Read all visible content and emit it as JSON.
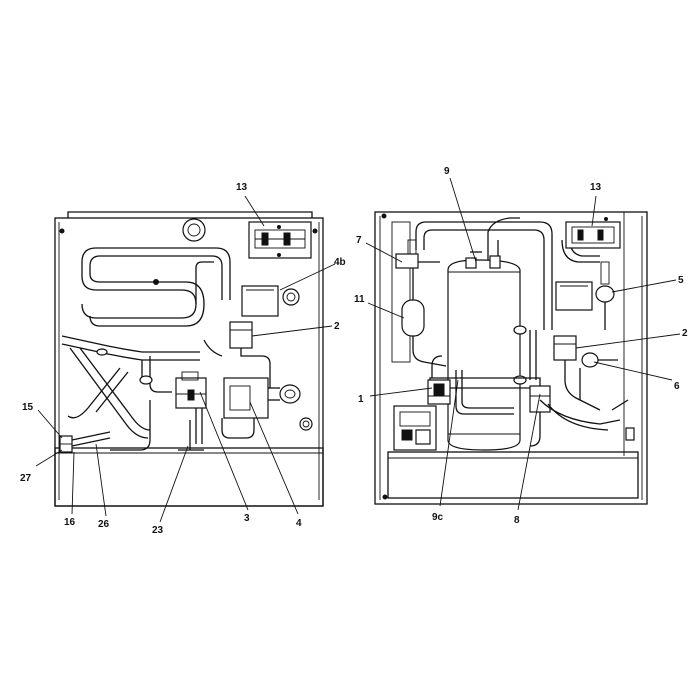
{
  "callouts": {
    "left": {
      "c13": "13",
      "c4b": "4b",
      "c2": "2",
      "c15": "15",
      "c27": "27",
      "c16": "16",
      "c26": "26",
      "c23": "23",
      "c3": "3",
      "c4": "4"
    },
    "right": {
      "c9": "9",
      "c13": "13",
      "c7": "7",
      "c11": "11",
      "c5": "5",
      "c2": "2",
      "c6": "6",
      "c1": "1",
      "c9c": "9c",
      "c8": "8"
    }
  },
  "colors": {
    "line": "#111111",
    "background": "#ffffff"
  }
}
